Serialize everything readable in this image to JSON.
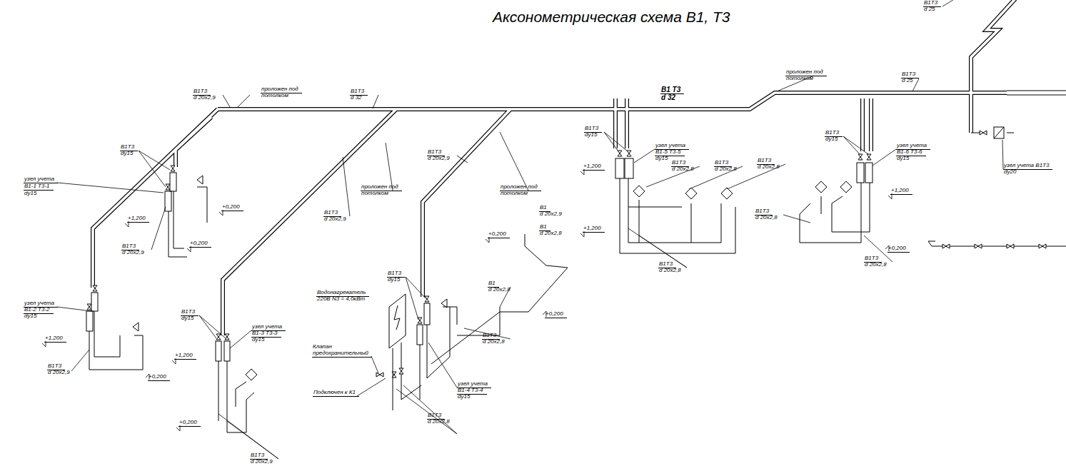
{
  "diagram": {
    "title": "Аксонометрическая схема В1, Т3",
    "labels": [
      "В1Т3",
      "d 25",
      "В1Т3",
      "d 20х2,9",
      "проложен под",
      "потолком",
      "В1Т3",
      "d 32",
      "В1 Т3",
      "d 32",
      "проложен под",
      "потолком",
      "В1Т3",
      "d 25",
      "В1Т3",
      "dy15",
      "узел учета",
      "В1-1 Т3-1",
      "dy15",
      "+1,200",
      "В1Т3",
      "d 20х2,9",
      "+0,200",
      "+0,200",
      "В1Т3",
      "d 20х2,9",
      "проложен под",
      "потолком",
      "проложен под",
      "потолком",
      "В1Т3",
      "d 20х2,9",
      "В1",
      "d 20х2,9",
      "+0,200",
      "В1",
      "d 20х2,8",
      "В1Т3",
      "dy15",
      "узел учета",
      "В1-5 Т3-5",
      "dy15",
      "+1,200",
      "В1Т3",
      "d 20х2,8",
      "В1Т3",
      "d 20х2,8",
      "В1Т3",
      "d 20х2,8",
      "+1,200",
      "В1Т3",
      "d 20х2,8",
      "В1Т3",
      "dy15",
      "узел учета",
      "В1-6 Т3-6",
      "dy15",
      "+1,200",
      "узел учета В1Т3",
      "dy20",
      "В1Т3",
      "d 20х2,8",
      "+0,200",
      "В1Т3",
      "d 20х2,8",
      "узел учета",
      "В1-2 Т3-2",
      "dy15",
      "+1,200",
      "В1Т3",
      "d 20х2,9",
      "+0,200",
      "В1Т3",
      "dy15",
      "узел учета",
      "В1-3 Т3-3",
      "dy15",
      "+1,200",
      "+0,200",
      "В1Т3",
      "d 20х2,9",
      "Водонагреватель",
      "220В N3 = 4,0кВт",
      "Клапан",
      "предохранительный",
      "Подключен к К1",
      "В1Т3",
      "dy15",
      "В1",
      "d 20х2,8",
      "+0,200",
      "В1Т3",
      "d 20х2,8",
      "узел учета",
      "В1-4 Т3-4",
      "dy15",
      "В1Т3",
      "d 20х2,8"
    ]
  }
}
